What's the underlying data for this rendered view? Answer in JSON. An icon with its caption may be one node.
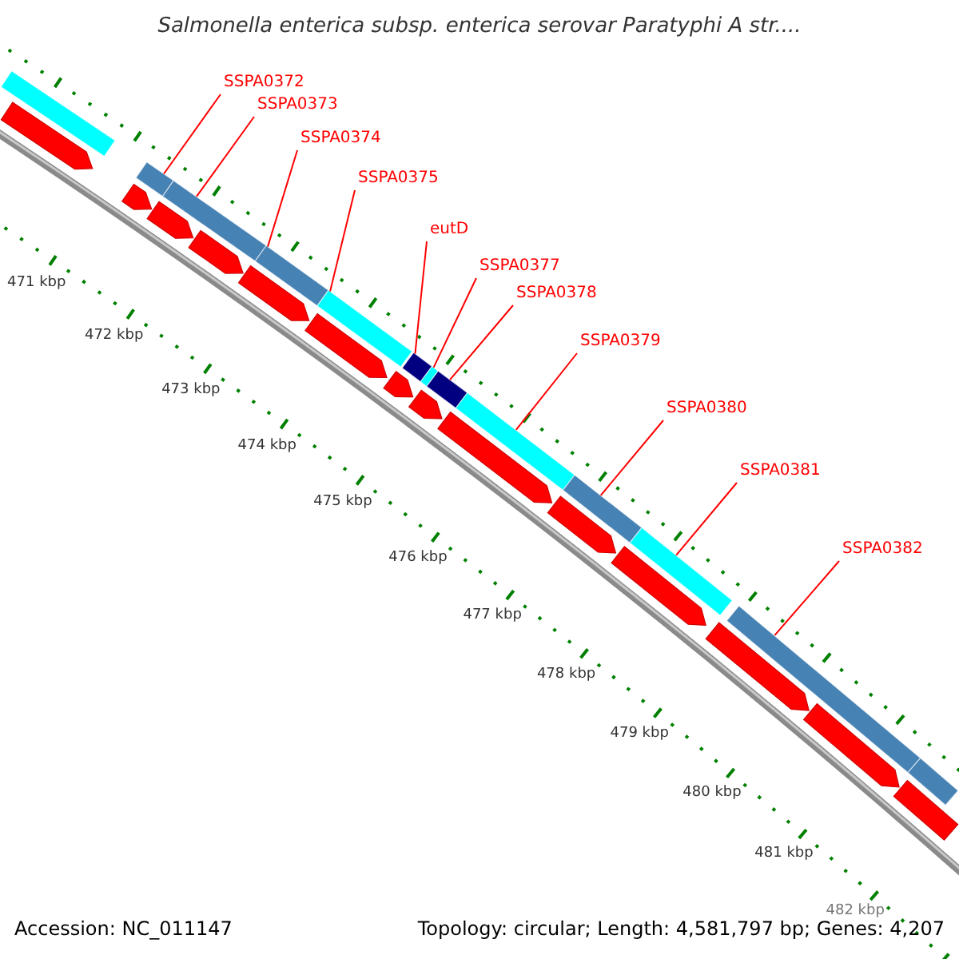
{
  "diagram": {
    "title": "Salmonella enterica subsp. enterica serovar Paratyphi A str....",
    "nodes": [
      {
        "text": [
          "SSPA0372"
        ]
      },
      {
        "text": [
          "SSPA0373"
        ]
      },
      {
        "text": [
          "SSPA0374"
        ]
      },
      {
        "text": [
          "SSPA0375"
        ]
      },
      {
        "text": [
          "eutD"
        ]
      },
      {
        "text": [
          "SSPA0377"
        ]
      },
      {
        "text": [
          "SSPA0378"
        ]
      },
      {
        "text": [
          "SSPA0379"
        ]
      },
      {
        "text": [
          "SSPA0380"
        ]
      },
      {
        "text": [
          "SSPA0381"
        ]
      },
      {
        "text": [
          "SSPA0382"
        ]
      },
      {
        "text": [],
        "shape": "bar"
      },
      {
        "text": [],
        "shape": "bar"
      },
      {
        "text": [],
        "shape": "bar"
      },
      {
        "text": [],
        "shape": "bar"
      },
      {
        "text": [],
        "shape": "bar"
      },
      {
        "text": [],
        "shape": "bar"
      },
      {
        "text": [],
        "shape": "bar"
      },
      {
        "text": [],
        "shape": "bar"
      },
      {
        "text": [],
        "shape": "bar"
      },
      {
        "text": [],
        "shape": "bar"
      },
      {
        "text": [],
        "shape": "bar"
      },
      {
        "text": [],
        "shape": "bar"
      },
      {
        "text": [],
        "shape": "bar"
      },
      {
        "text": [],
        "shape": "bar"
      },
      {
        "text": [],
        "shape": "bar"
      },
      {
        "text": [],
        "shape": "bar"
      },
      {
        "text": [],
        "shape": "bar"
      },
      {
        "text": [],
        "shape": "bar"
      },
      {
        "text": [],
        "shape": "bar"
      },
      {
        "text": [],
        "shape": "bar"
      },
      {
        "text": [],
        "shape": "bar"
      },
      {
        "text": [],
        "shape": "bar"
      },
      {
        "text": [],
        "shape": "bar"
      },
      {
        "text": [],
        "shape": "bar"
      },
      {
        "text": [],
        "shape": "bar"
      },
      {
        "text": [],
        "shape": "bar"
      },
      {
        "text": [],
        "shape": "bar"
      }
    ],
    "edges": [
      {
        "from": 0,
        "to": 12,
        "arrow": "none"
      },
      {
        "from": 1,
        "to": 13,
        "arrow": "none"
      },
      {
        "from": 2,
        "to": 14,
        "arrow": "none"
      },
      {
        "from": 3,
        "to": 15,
        "arrow": "none"
      },
      {
        "from": 4,
        "to": 16,
        "arrow": "none"
      },
      {
        "from": 5,
        "to": 17,
        "arrow": "none"
      },
      {
        "from": 6,
        "to": 18,
        "arrow": "none"
      },
      {
        "from": 7,
        "to": 19,
        "arrow": "none"
      },
      {
        "from": 8,
        "to": 20,
        "arrow": "none"
      },
      {
        "from": 9,
        "to": 21,
        "arrow": "none"
      },
      {
        "from": 10,
        "to": 22,
        "arrow": "none"
      }
    ],
    "labels": [
      "471 kbp",
      "472 kbp",
      "473 kbp",
      "474 kbp",
      "475 kbp",
      "476 kbp",
      "477 kbp",
      "478 kbp",
      "479 kbp",
      "480 kbp",
      "481 kbp",
      "482 kbp",
      "Accession: NC_011147",
      "Topology: circular; Length: 4,581,797 bp; Genes: 4,207"
    ]
  }
}
